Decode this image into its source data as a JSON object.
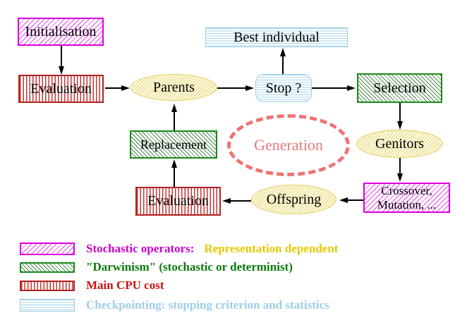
{
  "nodes": {
    "initialisation": "Initialisation",
    "evaluation_top": "Evaluation",
    "parents": "Parents",
    "best_individual": "Best individual",
    "stop": "Stop ?",
    "selection": "Selection",
    "genitors": "Genitors",
    "crossover_line1": "Crossover,",
    "crossover_line2": "Mutation, ...",
    "offspring": "Offspring",
    "evaluation_bottom": "Evaluation",
    "replacement": "Replacement",
    "generation": "Generation"
  },
  "legend": {
    "rows": [
      {
        "swatch": "magenta-diagonal-hatch",
        "label": "Stochastic operators:",
        "label2": "Representation dependent"
      },
      {
        "swatch": "green-diagonal-hatch",
        "label": "\"Darwinism\" (stochastic or determinist)"
      },
      {
        "swatch": "red-vertical-stripes",
        "label": "Main CPU cost"
      },
      {
        "swatch": "cyan-horizontal-stripes",
        "label": "Checkpointing: stopping criterion and statistics"
      }
    ]
  },
  "colors": {
    "magenta_border": "#dd00dd",
    "green_border": "#1a8a1a",
    "red_border": "#b22222",
    "cyan_border": "#9cccdf",
    "yellow_border": "#e0cf60",
    "salmon_dashed": "#ee7474",
    "legend_magenta_text": "#cc00cc",
    "legend_gold_text": "#e6c800",
    "legend_green_text": "#0a7a0a",
    "legend_red_text": "#cc1111",
    "legend_cyan_text": "#9fcde8"
  }
}
